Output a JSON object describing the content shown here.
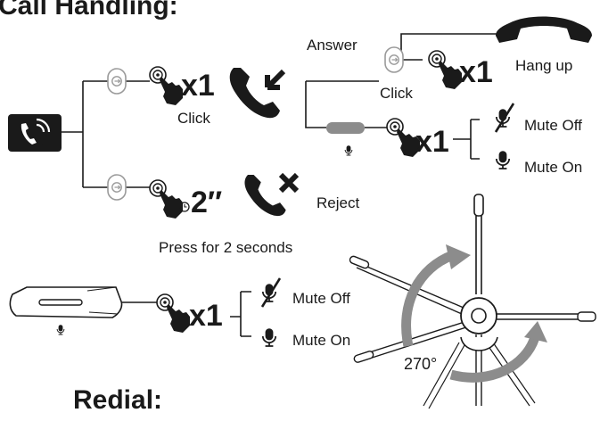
{
  "sections": {
    "call_handling_title": "Call Handling:",
    "redial_title": "Redial:"
  },
  "actions": {
    "answer": {
      "label": "Answer",
      "press": "x1",
      "gesture": "Click"
    },
    "reject": {
      "label": "Reject",
      "press": "2″",
      "gesture": "Press for 2 seconds"
    },
    "hang_up": {
      "label": "Hang up",
      "press": "x1",
      "gesture": "Click"
    },
    "mute_mic_button": {
      "press": "x1",
      "mute_off": "Mute Off",
      "mute_on": "Mute On"
    },
    "mute_boom": {
      "press": "x1",
      "mute_off": "Mute Off",
      "mute_on": "Mute On"
    }
  },
  "headset": {
    "rotation": "270°"
  },
  "icons": [
    "phone-app-icon",
    "call-button-icon",
    "hand-press-icon",
    "incoming-call-icon",
    "hangup-handset-icon",
    "reject-call-icon",
    "mic-icon",
    "mic-muted-icon",
    "clock-icon",
    "rotation-arrow-icon"
  ],
  "colors": {
    "ink": "#1a1a1a",
    "grey": "#8c8c8c",
    "button_outline": "#9a9a9a"
  }
}
